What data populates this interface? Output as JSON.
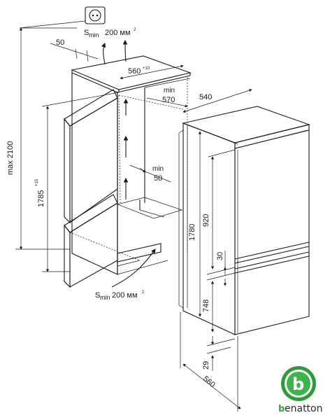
{
  "labels": {
    "smin_top": "S",
    "smin_top_sub": "min",
    "smin_top_val": "200 мм",
    "smin_top_exp": "2",
    "smin_bottom": "S",
    "smin_bottom_sub": "min",
    "smin_bottom_val": "200 мм",
    "smin_bottom_exp": "2",
    "d50_top": "50",
    "d560_top": "560",
    "d560_top_tol": "+10",
    "min570_a": "min",
    "min570_b": "570",
    "d540": "540",
    "min50_a": "min",
    "min50_b": "50",
    "max2100": "max 2100",
    "d1785": "1785",
    "d1785_tol": "+10",
    "d1780": "1780",
    "d920": "920",
    "d30": "30",
    "d748": "748",
    "d29": "29",
    "d560_bottom": "560"
  },
  "logo": {
    "brand": "enatton",
    "brand_initial": "b",
    "emblem_letter": "b",
    "colors": {
      "ring": "#2e9b3a",
      "inner": "#3db34a"
    }
  }
}
